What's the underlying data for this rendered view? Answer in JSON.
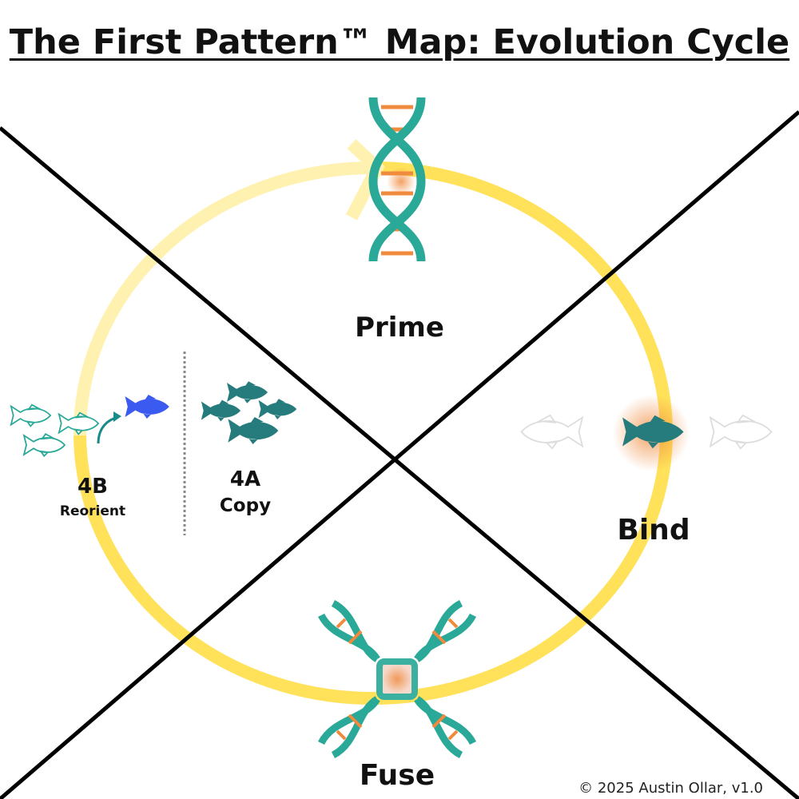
{
  "title": "The First Pattern™ Map: Evolution Cycle",
  "stages": {
    "prime": "Prime",
    "bind": "Bind",
    "fuse": "Fuse",
    "copy_code": "4A",
    "copy_label": "Copy",
    "reorient_code": "4B",
    "reorient_label": "Reorient"
  },
  "icons": [
    "dna-icon",
    "fish-icon",
    "fish-school-icon",
    "fused-dna-icon",
    "arrow-icon"
  ],
  "colors": {
    "ring": "#FFE15A",
    "ring_faded": "#FFF1B0",
    "teal": "#2AA898",
    "fish_dark": "#267C7C",
    "orange": "#F08A3C",
    "blue": "#3B5BF0"
  },
  "copyright": "© 2025 Austin Ollar, v1.0"
}
